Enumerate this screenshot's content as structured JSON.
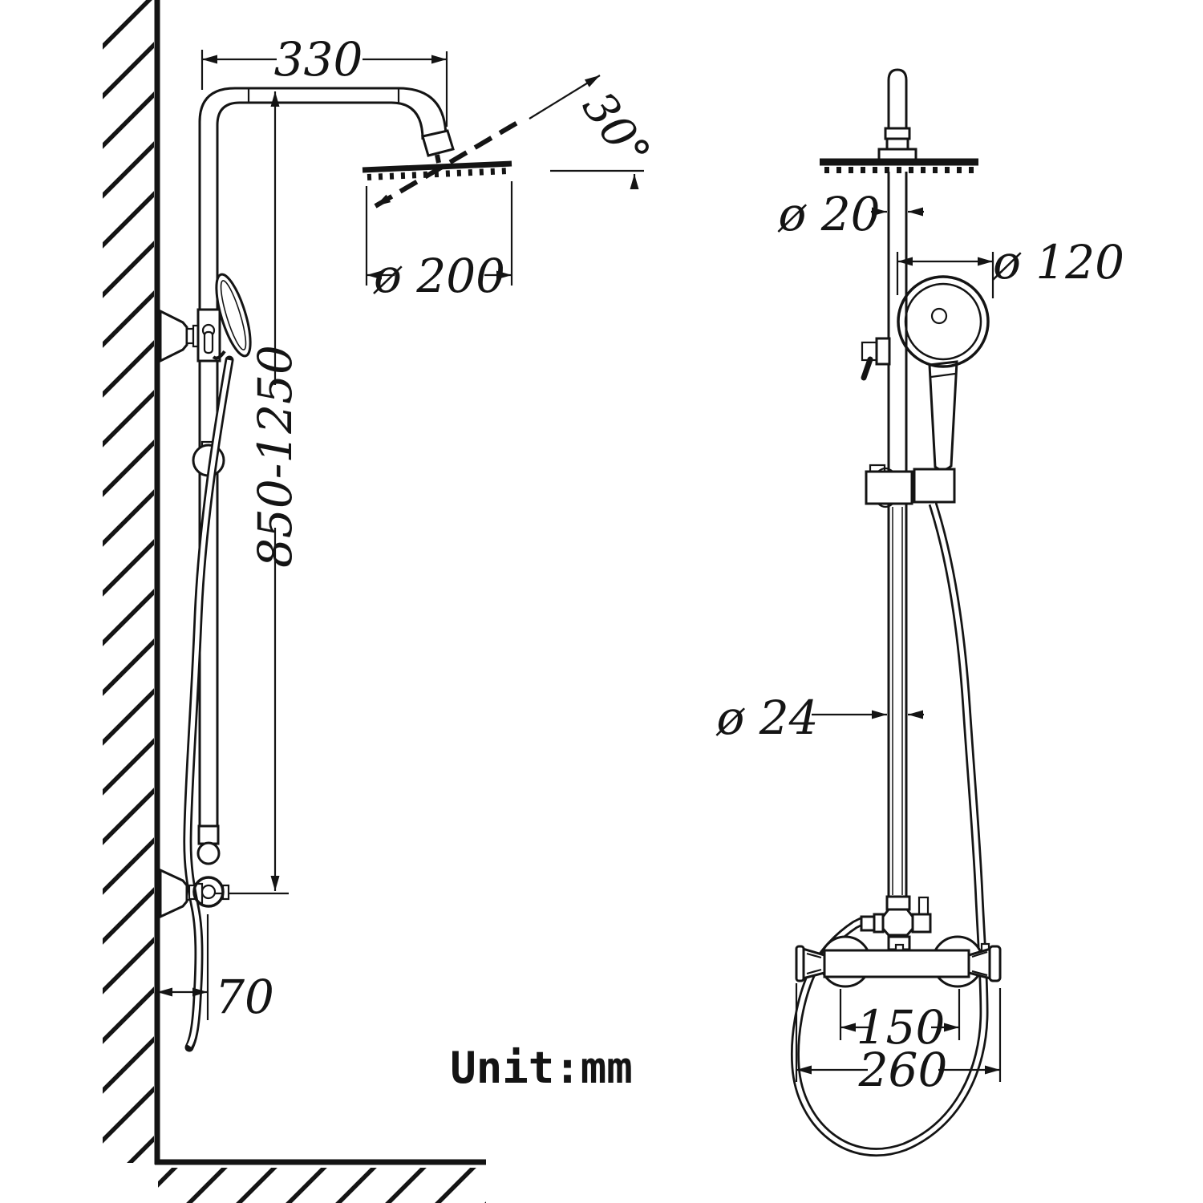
{
  "drawing": {
    "unit_note": "Unit:mm",
    "left_view": {
      "arm_length": "330",
      "tilt_angle": "30°",
      "head_diameter": "ø 200",
      "bar_height_range": "850-1250",
      "wall_offset": "70"
    },
    "right_view": {
      "pipe_diameter": "ø 20",
      "hand_shower_diameter": "ø 120",
      "rail_diameter": "ø 24",
      "inlet_spacing": "150",
      "overall_width": "260"
    }
  }
}
